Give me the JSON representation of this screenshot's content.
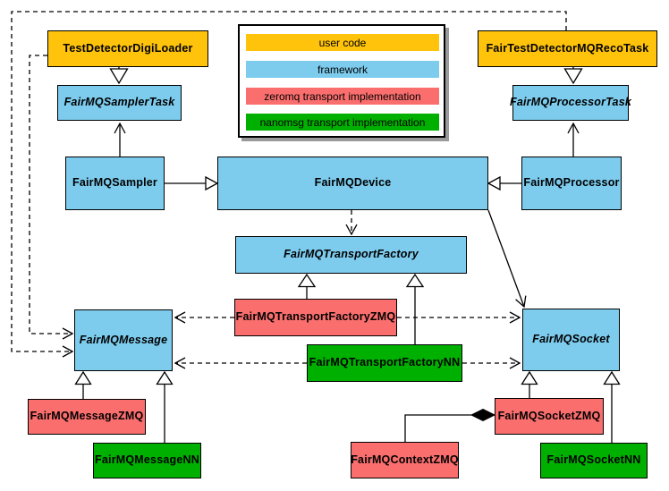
{
  "colors": {
    "user_code": "#FFC30B",
    "framework": "#7DCCEE",
    "zeromq": "#FA6E6E",
    "nanomsg": "#00B000",
    "edge": "#000000",
    "background": "#FFFFFF"
  },
  "legend": {
    "items": [
      {
        "label": "user code",
        "color": "#FFC30B"
      },
      {
        "label": "framework",
        "color": "#7DCCEE"
      },
      {
        "label": "zeromq transport implementation",
        "color": "#FA6E6E"
      },
      {
        "label": "nanomsg transport implementation",
        "color": "#00B000"
      }
    ]
  },
  "nodes": {
    "digiLoader": {
      "label": "TestDetectorDigiLoader",
      "type": "user_code"
    },
    "recoTask": {
      "label": "FairTestDetectorMQRecoTask",
      "type": "user_code"
    },
    "samplerTask": {
      "label": "FairMQSamplerTask",
      "type": "framework",
      "abstract": true
    },
    "processorTask": {
      "label": "FairMQProcessorTask",
      "type": "framework",
      "abstract": true
    },
    "sampler": {
      "label": "FairMQSampler",
      "type": "framework"
    },
    "device": {
      "label": "FairMQDevice",
      "type": "framework"
    },
    "processor": {
      "label": "FairMQProcessor",
      "type": "framework"
    },
    "factory": {
      "label": "FairMQTransportFactory",
      "type": "framework",
      "abstract": true
    },
    "factoryZMQ": {
      "label": "FairMQTransportFactoryZMQ",
      "type": "zeromq"
    },
    "factoryNN": {
      "label": "FairMQTransportFactoryNN",
      "type": "nanomsg"
    },
    "message": {
      "label": "FairMQMessage",
      "type": "framework",
      "abstract": true
    },
    "socket": {
      "label": "FairMQSocket",
      "type": "framework",
      "abstract": true
    },
    "messageZMQ": {
      "label": "FairMQMessageZMQ",
      "type": "zeromq"
    },
    "messageNN": {
      "label": "FairMQMessageNN",
      "type": "nanomsg"
    },
    "socketZMQ": {
      "label": "FairMQSocketZMQ",
      "type": "zeromq"
    },
    "socketNN": {
      "label": "FairMQSocketNN",
      "type": "nanomsg"
    },
    "contextZMQ": {
      "label": "FairMQContextZMQ",
      "type": "zeromq"
    }
  },
  "edges": [
    {
      "from": "digiLoader",
      "to": "samplerTask",
      "kind": "inheritance"
    },
    {
      "from": "recoTask",
      "to": "processorTask",
      "kind": "inheritance"
    },
    {
      "from": "sampler",
      "to": "samplerTask",
      "kind": "association"
    },
    {
      "from": "processor",
      "to": "processorTask",
      "kind": "association"
    },
    {
      "from": "sampler",
      "to": "device",
      "kind": "inheritance"
    },
    {
      "from": "processor",
      "to": "device",
      "kind": "inheritance"
    },
    {
      "from": "device",
      "to": "factory",
      "kind": "dependency"
    },
    {
      "from": "device",
      "to": "socket",
      "kind": "association"
    },
    {
      "from": "factoryZMQ",
      "to": "factory",
      "kind": "inheritance"
    },
    {
      "from": "factoryNN",
      "to": "factory",
      "kind": "inheritance"
    },
    {
      "from": "factoryZMQ",
      "to": "message",
      "kind": "dependency"
    },
    {
      "from": "factoryNN",
      "to": "message",
      "kind": "dependency"
    },
    {
      "from": "factoryZMQ",
      "to": "socket",
      "kind": "dependency"
    },
    {
      "from": "factoryNN",
      "to": "socket",
      "kind": "dependency"
    },
    {
      "from": "digiLoader",
      "to": "message",
      "kind": "dependency"
    },
    {
      "from": "recoTask",
      "to": "message",
      "kind": "dependency"
    },
    {
      "from": "messageZMQ",
      "to": "message",
      "kind": "inheritance"
    },
    {
      "from": "messageNN",
      "to": "message",
      "kind": "inheritance"
    },
    {
      "from": "socketZMQ",
      "to": "socket",
      "kind": "inheritance"
    },
    {
      "from": "socketNN",
      "to": "socket",
      "kind": "inheritance"
    },
    {
      "from": "socketZMQ",
      "to": "contextZMQ",
      "kind": "composition"
    }
  ]
}
